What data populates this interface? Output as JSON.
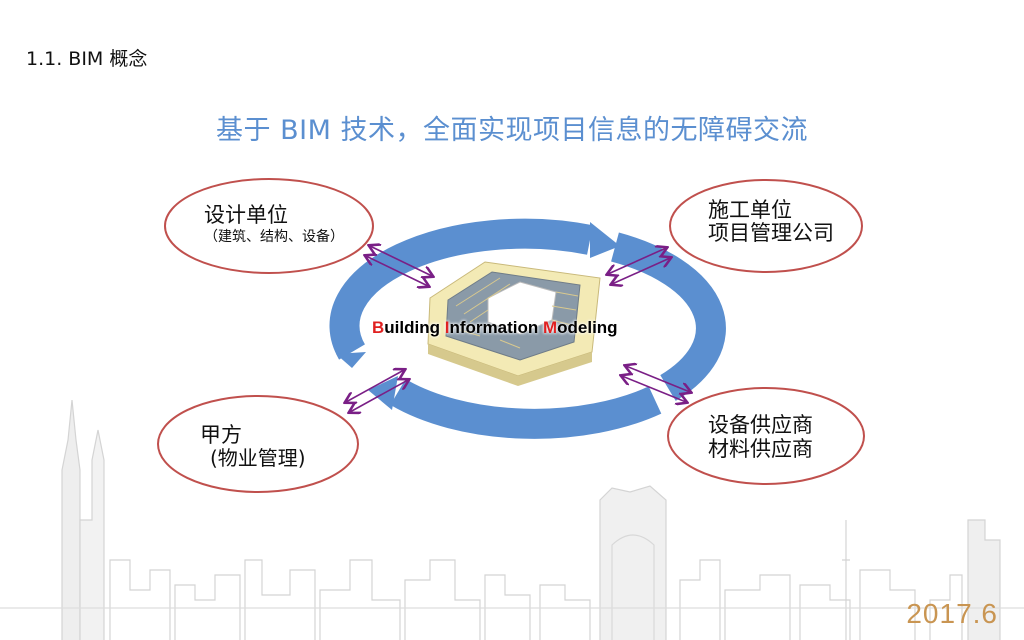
{
  "section_title": "1.1. BIM 概念",
  "headline": "基于 BIM 技术，全面实现项目信息的无障碍交流",
  "center": {
    "words": [
      {
        "initial": "B",
        "rest": "uilding "
      },
      {
        "initial": "I",
        "rest": "nformation "
      },
      {
        "initial": "M",
        "rest": "odeling"
      }
    ]
  },
  "nodes": {
    "design": {
      "line1": "设计单位",
      "line2": "（建筑、结构、设备）"
    },
    "construction": {
      "line1": "施工单位",
      "line2": "项目管理公司"
    },
    "owner": {
      "line1": "甲方",
      "line2": "(物业管理)"
    },
    "supplier": {
      "line1": "设备供应商",
      "line2": "材料供应商"
    }
  },
  "footer_year": "2017.6",
  "colors": {
    "ring": "#5b8fd0",
    "ellipse_stroke": "#c0504d",
    "arrow": "#7a1f86",
    "headline": "#5b8fd0",
    "year": "#c99552",
    "initial_red": "#e02020"
  }
}
